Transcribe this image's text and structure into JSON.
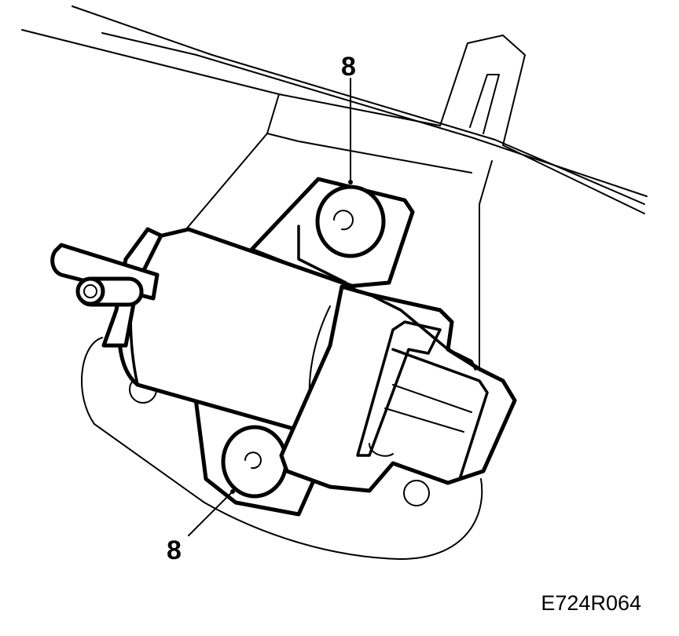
{
  "callouts": [
    {
      "label": "8",
      "target": "upper-mounting-bolt"
    },
    {
      "label": "8",
      "target": "lower-mounting-bolt"
    }
  ],
  "figure_code": "E724R064"
}
